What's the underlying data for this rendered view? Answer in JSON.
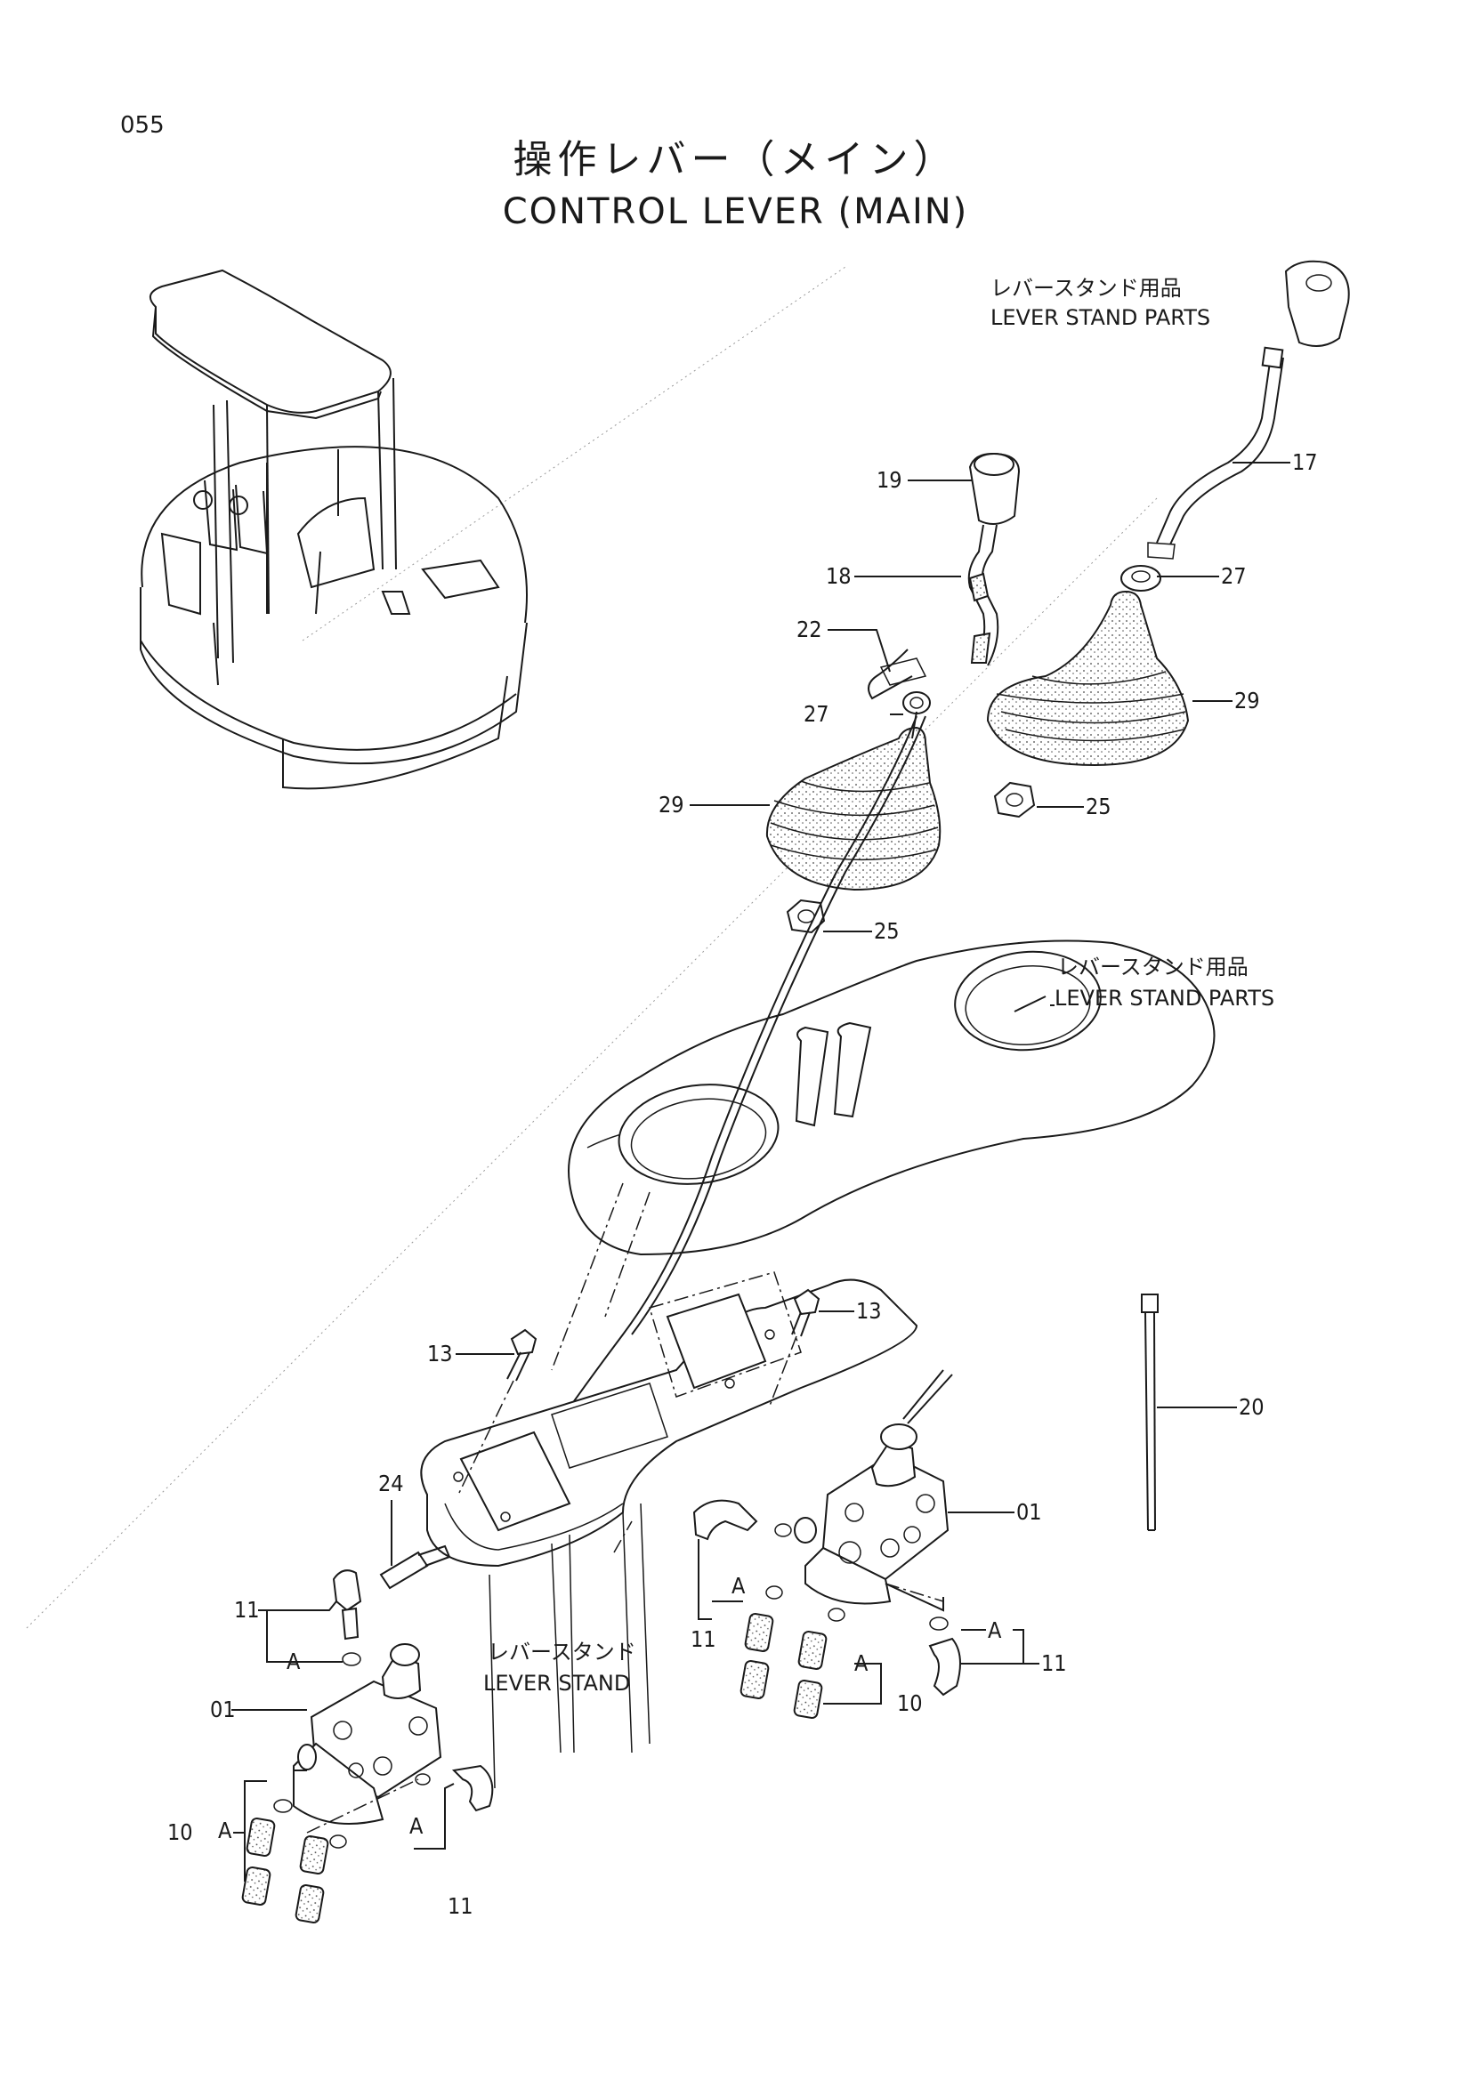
{
  "page_number": "055",
  "title_jp": "操作レバー（メイン）",
  "title_en": "CONTROL LEVER (MAIN)",
  "notes": [
    {
      "id": "lever-stand-parts-top",
      "jp": "レバースタンド用品",
      "en": "LEVER STAND PARTS"
    },
    {
      "id": "lever-stand-parts-mid",
      "jp": "レバースタンド用品",
      "en": "LEVER STAND PARTS"
    },
    {
      "id": "lever-stand",
      "jp": "レバースタンド",
      "en": "LEVER STAND"
    }
  ],
  "callouts": [
    {
      "id": "c19",
      "label": "19"
    },
    {
      "id": "c17",
      "label": "17"
    },
    {
      "id": "c18",
      "label": "18"
    },
    {
      "id": "c27a",
      "label": "27"
    },
    {
      "id": "c22",
      "label": "22"
    },
    {
      "id": "c29a",
      "label": "29"
    },
    {
      "id": "c27b",
      "label": "27"
    },
    {
      "id": "c29b",
      "label": "29"
    },
    {
      "id": "c25a",
      "label": "25"
    },
    {
      "id": "c25b",
      "label": "25"
    },
    {
      "id": "c13a",
      "label": "13"
    },
    {
      "id": "c13b",
      "label": "13"
    },
    {
      "id": "c20",
      "label": "20"
    },
    {
      "id": "c24",
      "label": "24"
    },
    {
      "id": "c01a",
      "label": "01"
    },
    {
      "id": "c11a",
      "label": "11"
    },
    {
      "id": "cAa",
      "label": "A"
    },
    {
      "id": "cAb",
      "label": "A"
    },
    {
      "id": "c11b",
      "label": "11"
    },
    {
      "id": "cAc",
      "label": "A"
    },
    {
      "id": "cAd",
      "label": "A"
    },
    {
      "id": "c10a",
      "label": "10"
    },
    {
      "id": "c11c",
      "label": "11"
    },
    {
      "id": "c01b",
      "label": "01"
    },
    {
      "id": "cAe",
      "label": "A"
    },
    {
      "id": "c10b",
      "label": "10"
    },
    {
      "id": "cAf",
      "label": "A"
    },
    {
      "id": "c11d",
      "label": "11"
    }
  ]
}
